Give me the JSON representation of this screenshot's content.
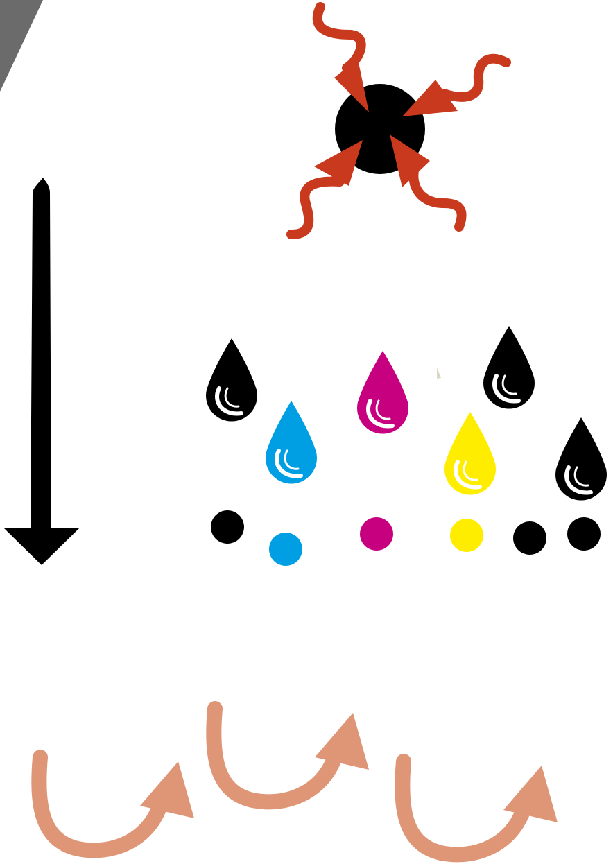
{
  "colors": {
    "background": "#ffffff",
    "corner_shape": "#6b6b6b",
    "ink_black": "#000000",
    "cyan": "#009fe3",
    "magenta": "#c6007e",
    "yellow": "#ffed00",
    "highlight": "#ffffff",
    "wavy_arrows": "#c8391e",
    "curved_arrows": "#df9677",
    "chip": "#ddd6c6"
  },
  "icons": {
    "corner": "corner-triangle-icon",
    "sun": "black-dot-with-inward-wavy-arrows-icon",
    "down_arrow": "down-arrow-icon",
    "drops": "ink-drop-icon",
    "dots": "ink-dot-icon",
    "curves": "curved-arrow-icon"
  },
  "drops": [
    {
      "color": "black"
    },
    {
      "color": "cyan"
    },
    {
      "color": "magenta"
    },
    {
      "color": "yellow"
    },
    {
      "color": "black"
    },
    {
      "color": "black"
    }
  ],
  "dots": [
    {
      "color": "black"
    },
    {
      "color": "cyan"
    },
    {
      "color": "magenta"
    },
    {
      "color": "yellow"
    },
    {
      "color": "black"
    },
    {
      "color": "black"
    }
  ],
  "wavy_arrow_count": 4,
  "curved_arrow_count": 3
}
